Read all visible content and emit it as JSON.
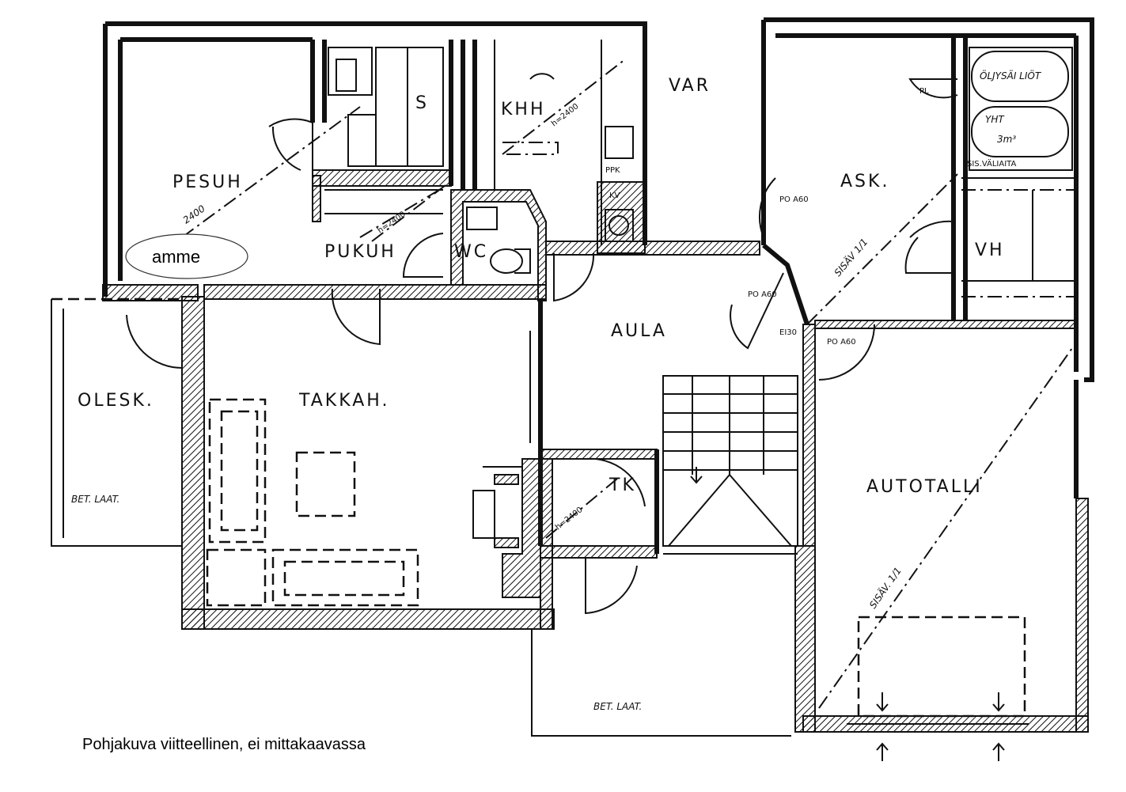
{
  "rooms": {
    "pesuh": "PESUH",
    "s": "S",
    "khh": "KHH",
    "var": "VAR",
    "ask": "ASK.",
    "pukuh": "PUKUH",
    "wc": "WC",
    "vh": "VH",
    "aula": "AULA",
    "olesk": "OLESK.",
    "takkah": "TAKKAH.",
    "tk": "TK",
    "autotalli": "AUTOTALLI"
  },
  "annotations": {
    "amme": "amme",
    "oljysailiot": "ÖLJYSÄI LIÖT",
    "yht": "YHT",
    "volume": "3m³",
    "sis_valiaita": "SIS.VÄLIAITA",
    "dim_2400_a": "2400",
    "dim_h2400": "h=2400",
    "dim_h2400_b": "h=2400",
    "dim_h2400_c": "h=2400",
    "sisav_a": "SISÄV 1/1",
    "sisav_b": "SISÄV. 1/1",
    "po_1": "PO A60",
    "po_2": "PO A60",
    "po_3": "PO A60",
    "ei30": "EI30",
    "bet_laat_1": "BET. LAAT.",
    "bet_laat_2": "BET. LAAT.",
    "pl": "PL",
    "ppk": "PPK",
    "kv": "KV"
  },
  "footnote": "Pohjakuva viitteellinen, ei mittakaavassa"
}
